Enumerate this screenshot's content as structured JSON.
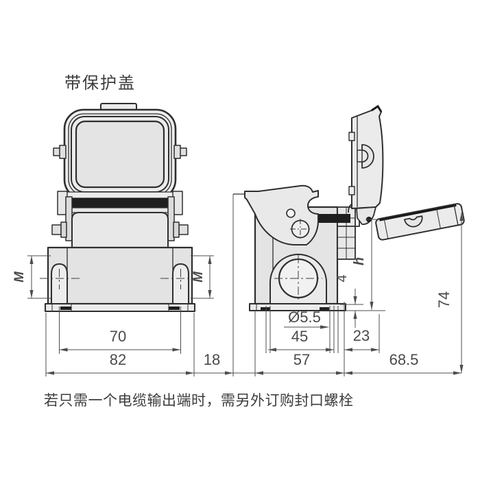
{
  "title": "带保护盖",
  "note": "若只需一个电缆输出端时，需另外订购封口螺栓",
  "front_view": {
    "dim_m_left": "M",
    "dim_m_right": "M",
    "dim_70": "70",
    "dim_82": "82"
  },
  "spacing": {
    "dim_18": "18"
  },
  "side_view": {
    "dim_h": "h",
    "dim_4": "4",
    "dim_dia": "Ø5.5",
    "dim_45": "45",
    "dim_23": "23",
    "dim_57": "57",
    "dim_685": "68.5",
    "dim_74": "74"
  },
  "colors": {
    "line": "#2e2e2e",
    "dimension": "#4d4d4d",
    "fill_light": "#ececec",
    "gasket_dark": "#1f1f1f",
    "background": "#ffffff"
  }
}
